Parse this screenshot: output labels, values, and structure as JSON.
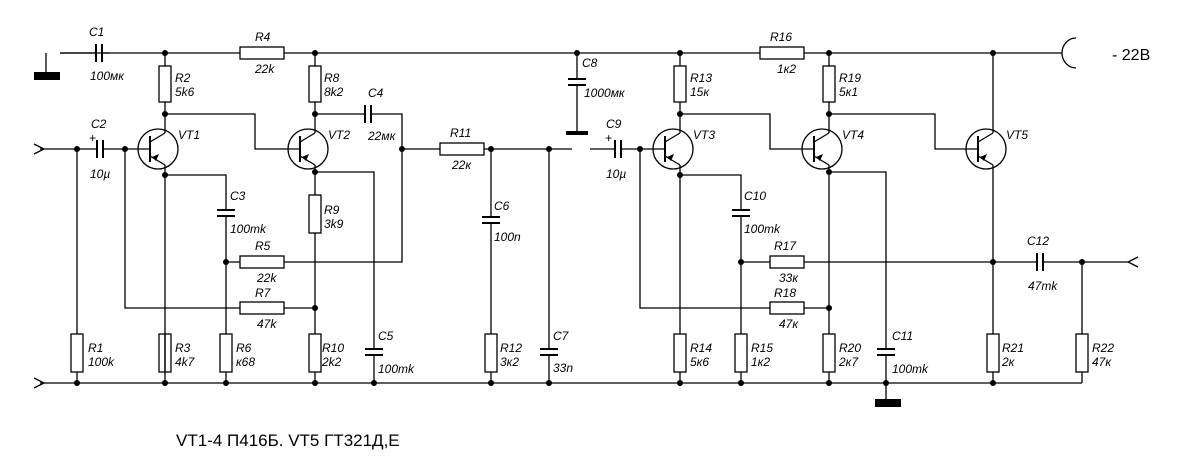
{
  "supply_label": "- 22B",
  "caption": "VT1-4 П416Б. VT5 ГТ321Д,Е",
  "capacitors": {
    "C1": {
      "name": "C1",
      "value": "100мк"
    },
    "C2": {
      "name": "C2",
      "value": "10µ"
    },
    "C3": {
      "name": "C3",
      "value": "100mk"
    },
    "C4": {
      "name": "C4",
      "value": "22мк"
    },
    "C5": {
      "name": "C5",
      "value": "100mk"
    },
    "C6": {
      "name": "C6",
      "value": "100n"
    },
    "C7": {
      "name": "C7",
      "value": "33n"
    },
    "C8": {
      "name": "C8",
      "value": "1000мк"
    },
    "C9": {
      "name": "C9",
      "value": "10µ"
    },
    "C10": {
      "name": "C10",
      "value": "100mk"
    },
    "C11": {
      "name": "C11",
      "value": "100mk"
    },
    "C12": {
      "name": "C12",
      "value": "47mk"
    }
  },
  "resistors": {
    "R1": {
      "name": "R1",
      "value": "100k"
    },
    "R2": {
      "name": "R2",
      "value": "5k6"
    },
    "R3": {
      "name": "R3",
      "value": "4k7"
    },
    "R4": {
      "name": "R4",
      "value": "22k"
    },
    "R5": {
      "name": "R5",
      "value": "22k"
    },
    "R6": {
      "name": "R6",
      "value": "к68"
    },
    "R7": {
      "name": "R7",
      "value": "47k"
    },
    "R8": {
      "name": "R8",
      "value": "8k2"
    },
    "R9": {
      "name": "R9",
      "value": "3k9"
    },
    "R10": {
      "name": "R10",
      "value": "2k2"
    },
    "R11": {
      "name": "R11",
      "value": "22к"
    },
    "R12": {
      "name": "R12",
      "value": "3к2"
    },
    "R13": {
      "name": "R13",
      "value": "15к"
    },
    "R14": {
      "name": "R14",
      "value": "5к6"
    },
    "R15": {
      "name": "R15",
      "value": "1к2"
    },
    "R16": {
      "name": "R16",
      "value": "1к2"
    },
    "R17": {
      "name": "R17",
      "value": "33к"
    },
    "R18": {
      "name": "R18",
      "value": "47к"
    },
    "R19": {
      "name": "R19",
      "value": "5к1"
    },
    "R20": {
      "name": "R20",
      "value": "2к7"
    },
    "R21": {
      "name": "R21",
      "value": "2к"
    },
    "R22": {
      "name": "R22",
      "value": "47к"
    }
  },
  "transistors": {
    "VT1": "VT1",
    "VT2": "VT2",
    "VT3": "VT3",
    "VT4": "VT4",
    "VT5": "VT5"
  },
  "polarity": {
    "plus": "+"
  }
}
